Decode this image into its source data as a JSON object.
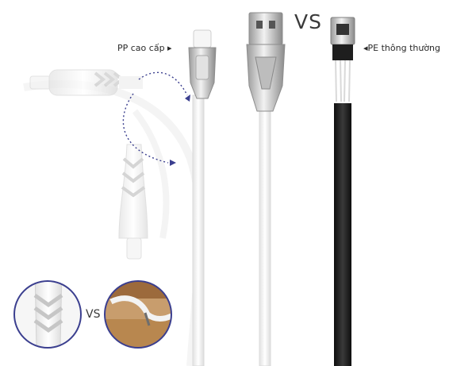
{
  "labels": {
    "vs_top": "VS",
    "vs_bottom": "VS",
    "left_callout": "PP cao cấp ▸",
    "right_callout": "◂PE thông thường"
  },
  "colors": {
    "white_cable": "#f4f4f4",
    "black_cable": "#1b1b1b",
    "connector_metal": "#c9c9c9",
    "arrow": "#3b3f8f",
    "circle_border": "#3b3f8f"
  }
}
